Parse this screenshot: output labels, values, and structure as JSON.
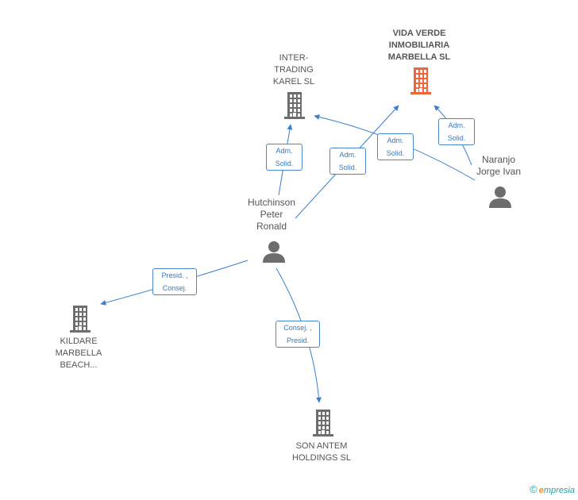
{
  "colors": {
    "edge": "#3a7fd0",
    "company": "#6d6d6d",
    "company_main": "#f2643a",
    "person": "#6d6d6d"
  },
  "nodes": [
    {
      "id": "vida",
      "type": "company",
      "main": true,
      "lines": [
        "VIDA VERDE",
        "INMOBILIARIA",
        "MARBELLA SL"
      ]
    },
    {
      "id": "inter",
      "type": "company",
      "lines": [
        "INTER-",
        "TRADING",
        "KAREL SL"
      ]
    },
    {
      "id": "naranjo",
      "type": "person",
      "lines": [
        "Naranjo",
        "Jorge Ivan"
      ]
    },
    {
      "id": "hutch",
      "type": "person",
      "lines": [
        "Hutchinson",
        "Peter",
        "Ronald"
      ]
    },
    {
      "id": "kildare",
      "type": "company",
      "lines": [
        "KILDARE",
        "MARBELLA",
        "BEACH..."
      ]
    },
    {
      "id": "sonantem",
      "type": "company",
      "lines": [
        "SON ANTEM",
        "HOLDINGS SL"
      ]
    }
  ],
  "edges": [
    {
      "id": "e1",
      "lines": [
        "Adm.",
        "Solid."
      ]
    },
    {
      "id": "e2",
      "lines": [
        "Adm.",
        "Solid."
      ]
    },
    {
      "id": "e3",
      "lines": [
        "Adm.",
        "Solid."
      ]
    },
    {
      "id": "e4",
      "lines": [
        "Adm.",
        "Solid."
      ]
    },
    {
      "id": "e5",
      "lines": [
        "Presid. ,",
        "Consej."
      ]
    },
    {
      "id": "e6",
      "lines": [
        "Consej. ,",
        "Presid."
      ]
    }
  ],
  "brand": {
    "copyright": "©",
    "e": "e",
    "rest": "mpresia"
  }
}
